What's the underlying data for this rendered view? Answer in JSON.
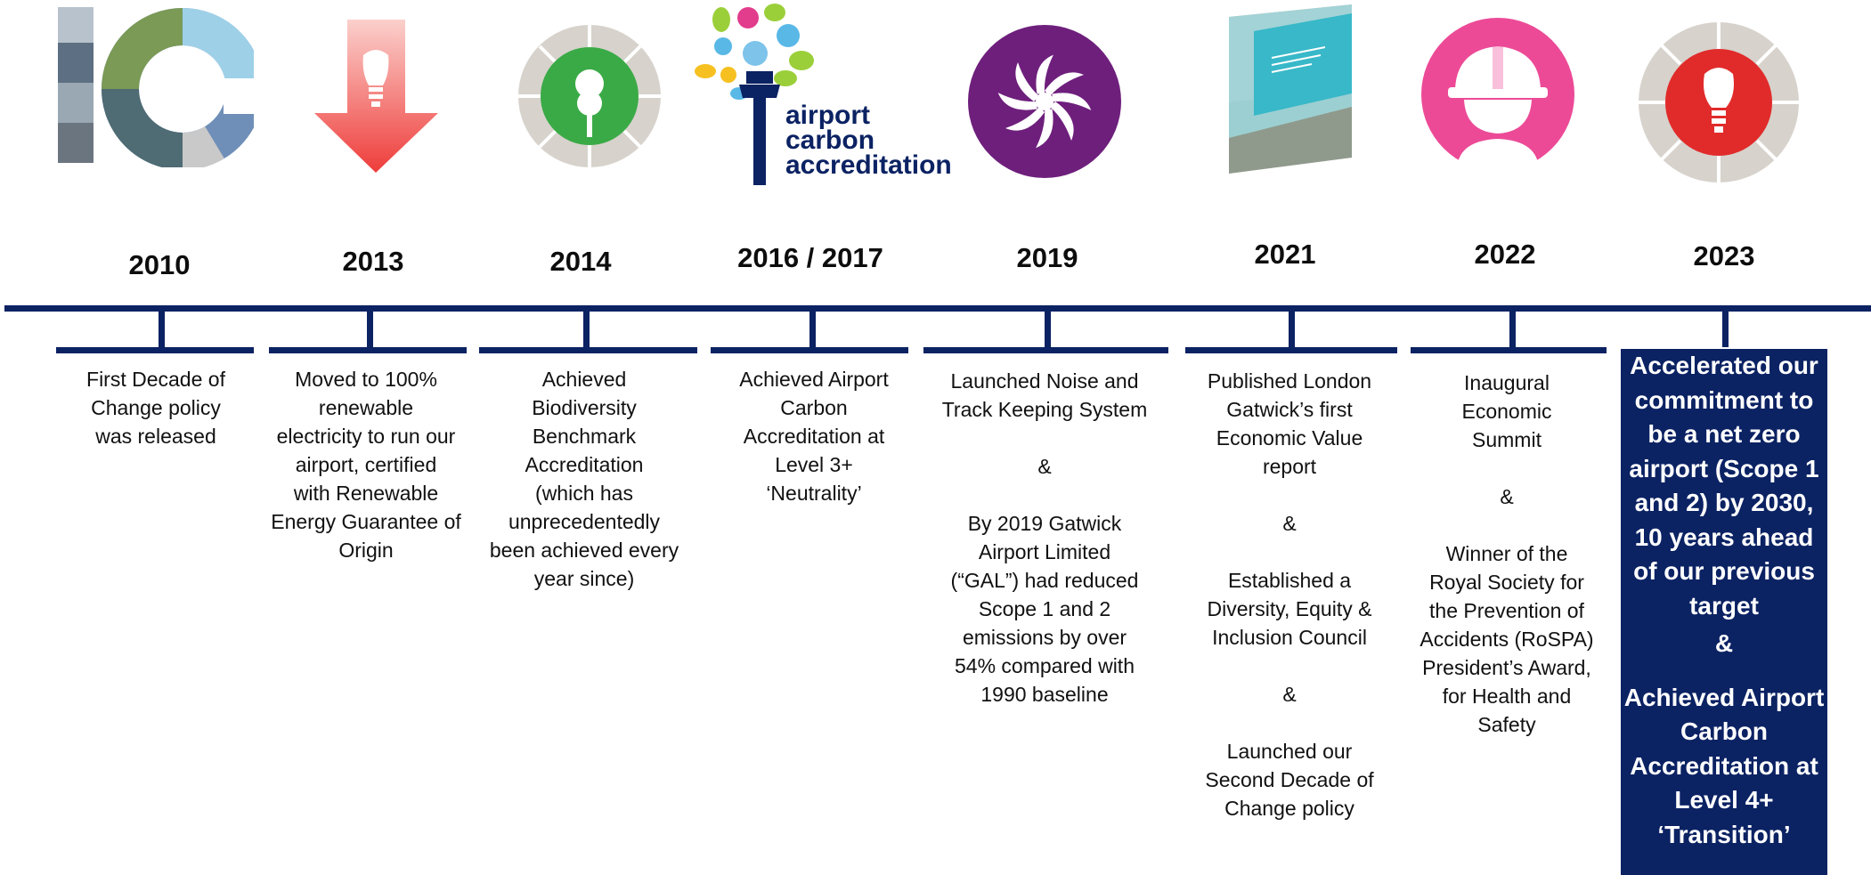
{
  "milestones": [
    {
      "year": "2010",
      "lines": [
        "First Decade of",
        "Change policy",
        "was released"
      ]
    },
    {
      "year": "2013",
      "lines": [
        "Moved to 100%",
        "renewable",
        "electricity to run our",
        "airport, certified",
        "with Renewable",
        "Energy Guarantee of",
        "Origin"
      ]
    },
    {
      "year": "2014",
      "lines": [
        "Achieved",
        "Biodiversity",
        "Benchmark",
        "Accreditation",
        "(which has",
        "unprecedentedly",
        "been achieved every",
        "year since)"
      ]
    },
    {
      "year": "2016 / 2017",
      "lines": [
        "Achieved Airport",
        "Carbon",
        "Accreditation at",
        "Level 3+",
        "‘Neutrality’"
      ]
    },
    {
      "year": "2019",
      "lines": [
        "Launched Noise and",
        "Track Keeping System",
        "",
        "&",
        "",
        "By 2019 Gatwick",
        "Airport Limited",
        "(“GAL”) had reduced",
        "Scope 1 and 2",
        "emissions by over",
        "54% compared with",
        "1990 baseline"
      ]
    },
    {
      "year": "2021",
      "lines": [
        "Published London",
        "Gatwick’s first",
        "Economic Value",
        "report",
        "",
        "&",
        "",
        "Established a",
        "Diversity, Equity &",
        "Inclusion Council",
        "",
        "&",
        "",
        "Launched our",
        "Second Decade of",
        "Change policy"
      ]
    },
    {
      "year": "2022",
      "lines": [
        "Inaugural",
        "Economic",
        "Summit",
        "",
        "&",
        "",
        "Winner of the",
        "Royal Society for",
        "the Prevention of",
        "Accidents (RoSPA)",
        "President’s Award,",
        "for Health and",
        "Safety"
      ]
    },
    {
      "year": "2023",
      "lines": [
        "Accelerated our",
        "commitment to",
        "be a net zero",
        "airport (Scope 1",
        "and 2) by 2030,",
        "10 years ahead",
        "of our previous",
        "target",
        "&",
        "Achieved Airport",
        "Carbon",
        "Accreditation at",
        "Level 4+",
        "‘Transition’"
      ]
    }
  ],
  "logos": {
    "aca": {
      "line1": "airport",
      "line2": "carbon",
      "line3": "accreditation"
    }
  },
  "colors": {
    "navy": "#0b2263",
    "arrow_red": "#ef5350",
    "biodiversity_green": "#3aaa46",
    "noise_purple": "#6e1f7c",
    "safety_pink": "#ec4a97",
    "energy_red": "#e12b2b",
    "ring_grey": "#d7d2cc"
  }
}
